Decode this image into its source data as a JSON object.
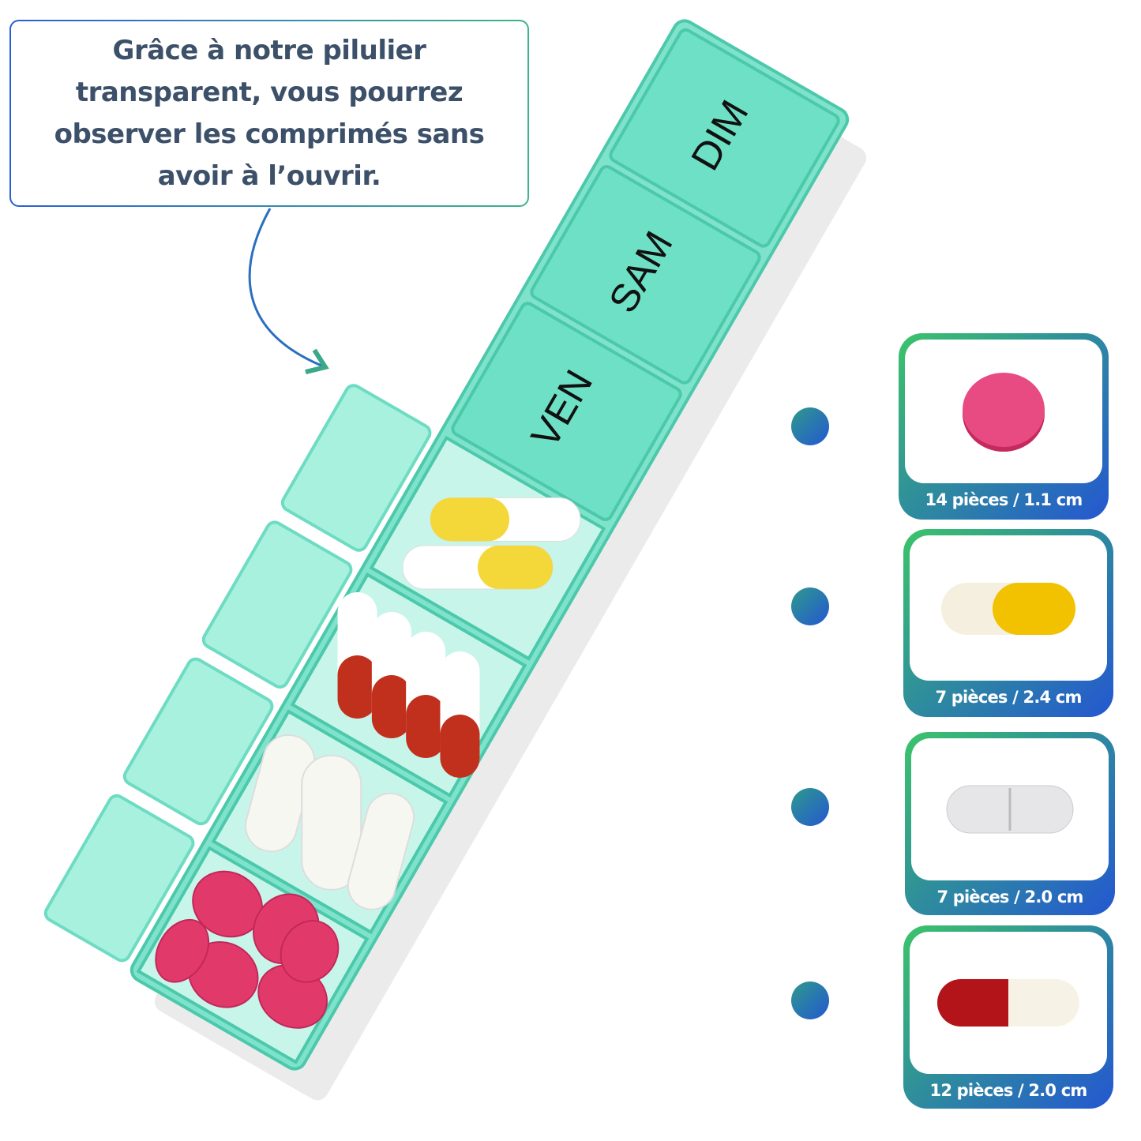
{
  "callout": {
    "text": "Grâce à notre pilulier transparent, vous pourrez observer les comprimés sans avoir à l’ouvrir."
  },
  "pillbox": {
    "lid_labels": [
      "DIM",
      "SAM",
      "VEN"
    ],
    "color": "#5fd8bd"
  },
  "cards": [
    {
      "label": "14 pièces / 1.1 cm",
      "pill": "pink-round-tablet"
    },
    {
      "label": "7 pièces / 2.4 cm",
      "pill": "yellow-white-capsule"
    },
    {
      "label": "7 pièces / 2.0 cm",
      "pill": "white-oval-tablet"
    },
    {
      "label": "12 pièces / 2.0 cm",
      "pill": "red-white-capsule"
    }
  ],
  "colors": {
    "text": "#3c5069",
    "green": "#3cc46a",
    "blue": "#2457d1"
  }
}
